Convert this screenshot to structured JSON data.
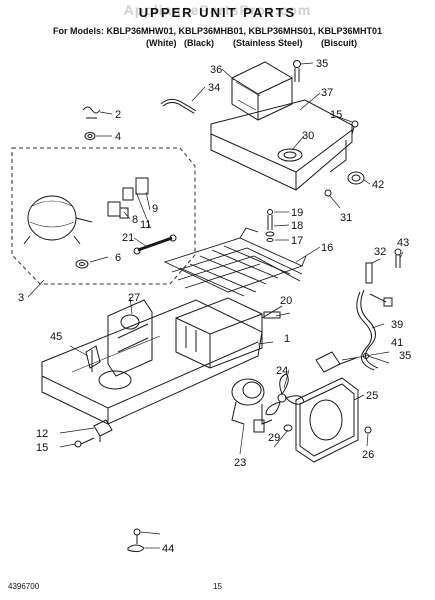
{
  "watermark": "AppliancePartsPros.com",
  "header": {
    "title": "UPPER UNIT PARTS",
    "models_line": "For Models: KBLP36MHW01, KBLP36MHB01, KBLP36MHS01, KBLP36MHT01",
    "variants": [
      "(White)",
      "(Black)",
      "(Stainless Steel)",
      "(Biscuit)"
    ]
  },
  "callouts": [
    "36",
    "35",
    "34",
    "37",
    "2",
    "4",
    "15",
    "30",
    "42",
    "31",
    "19",
    "18",
    "17",
    "16",
    "3",
    "8",
    "11",
    "9",
    "21",
    "6",
    "32",
    "43",
    "27",
    "20",
    "39",
    "45",
    "1",
    "41",
    "35",
    "24",
    "25",
    "12",
    "15",
    "23",
    "29",
    "26",
    "44"
  ],
  "footer": {
    "part_number": "4396700",
    "page_number": "15"
  },
  "colors": {
    "line": "#1a1a1a",
    "dashed": "#333333"
  }
}
